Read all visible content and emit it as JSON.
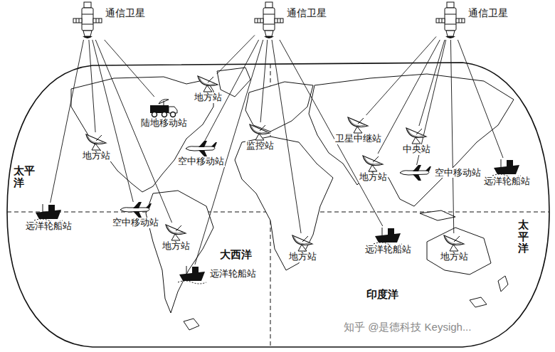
{
  "diagram": {
    "nodes": [
      {
        "text": [
          "通信卫星"
        ]
      },
      {
        "text": [
          "通信卫星"
        ]
      },
      {
        "text": [
          "通信卫星"
        ]
      },
      {
        "text": [
          "地方站"
        ]
      },
      {
        "text": [
          "陆地移动站"
        ]
      },
      {
        "text": [
          "地方站"
        ]
      },
      {
        "text": [
          "空中移动站"
        ]
      },
      {
        "text": [
          "远洋轮船站"
        ]
      },
      {
        "text": [
          "空中移动站"
        ]
      },
      {
        "text": [
          "地方站"
        ]
      },
      {
        "text": [
          "远洋轮船站"
        ]
      },
      {
        "text": [
          "监控站"
        ]
      },
      {
        "text": [
          "地方站"
        ]
      },
      {
        "text": [
          "卫星中继站"
        ]
      },
      {
        "text": [
          "地方站"
        ]
      },
      {
        "text": [
          "中央站"
        ]
      },
      {
        "text": [
          "空中移动站"
        ]
      },
      {
        "text": [
          "远洋轮船站"
        ]
      },
      {
        "text": [
          "远洋轮船站"
        ]
      },
      {
        "text": [
          "地方站"
        ]
      }
    ],
    "edges": [
      {
        "from": 0,
        "to": 4,
        "arrow": "none"
      },
      {
        "from": 0,
        "to": 5,
        "arrow": "none"
      },
      {
        "from": 0,
        "to": 7,
        "arrow": "none"
      },
      {
        "from": 0,
        "to": 8,
        "arrow": "none"
      },
      {
        "from": 0,
        "to": 9,
        "arrow": "none"
      },
      {
        "from": 1,
        "to": 3,
        "arrow": "none"
      },
      {
        "from": 1,
        "to": 6,
        "arrow": "none"
      },
      {
        "from": 1,
        "to": 10,
        "arrow": "none"
      },
      {
        "from": 1,
        "to": 11,
        "arrow": "none"
      },
      {
        "from": 1,
        "to": 12,
        "arrow": "none"
      },
      {
        "from": 1,
        "to": 18,
        "arrow": "none"
      },
      {
        "from": 2,
        "to": 13,
        "arrow": "none"
      },
      {
        "from": 2,
        "to": 14,
        "arrow": "none"
      },
      {
        "from": 2,
        "to": 15,
        "arrow": "none"
      },
      {
        "from": 2,
        "to": 16,
        "arrow": "none"
      },
      {
        "from": 2,
        "to": 17,
        "arrow": "none"
      },
      {
        "from": 2,
        "to": 19,
        "arrow": "none"
      }
    ],
    "labels": [
      "太平洋",
      "大西洋",
      "印度洋",
      "太平洋",
      "知乎 @是德科技 Keysigh..."
    ]
  }
}
